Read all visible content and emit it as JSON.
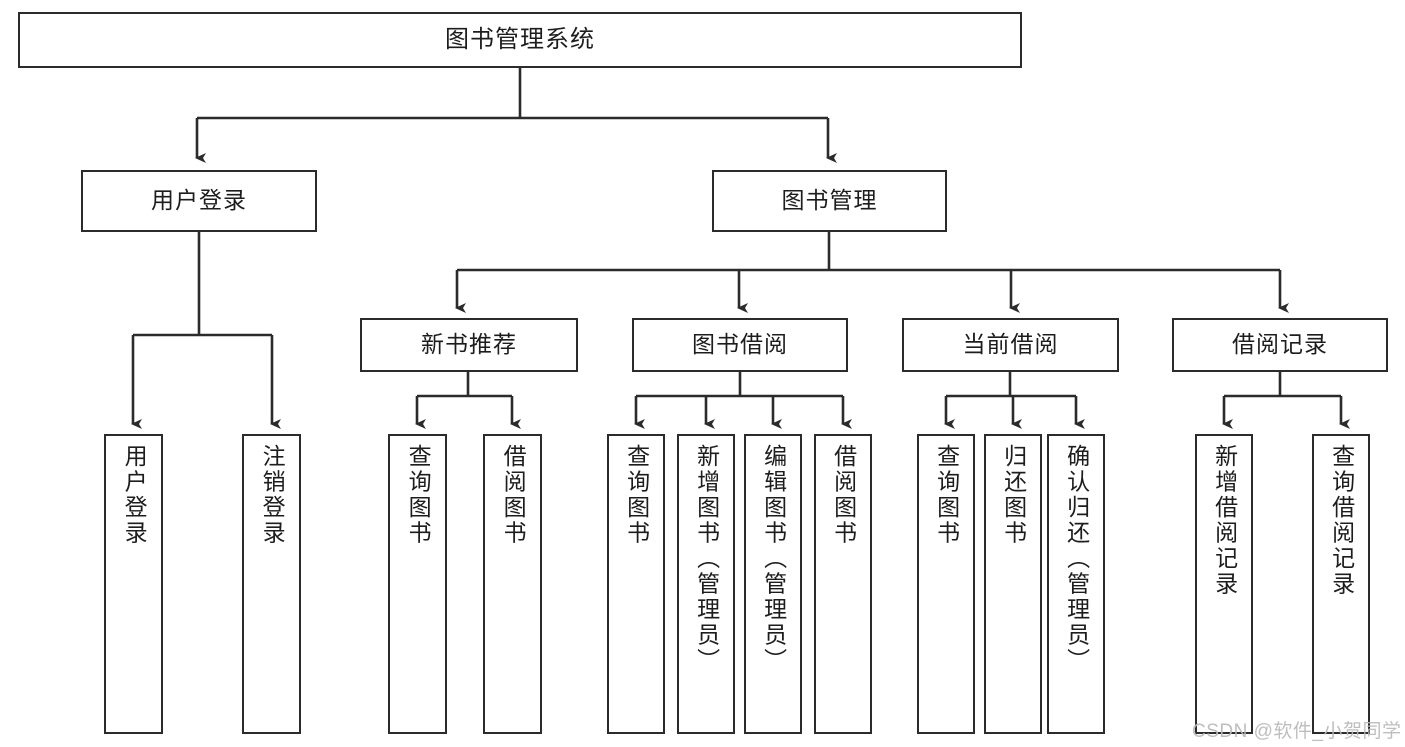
{
  "diagram": {
    "title": "图书管理系统",
    "type": "tree-hierarchy",
    "colors": {
      "box_border": "#2b2b2b",
      "connector": "#2b2b2b",
      "background": "#ffffff",
      "text": "#1d1d1d",
      "watermark": "#b9b9b9"
    },
    "root": {
      "label": "图书管理系统"
    },
    "level2": [
      {
        "label": "用户登录"
      },
      {
        "label": "图书管理"
      }
    ],
    "level3": [
      {
        "label": "新书推荐"
      },
      {
        "label": "图书借阅"
      },
      {
        "label": "当前借阅"
      },
      {
        "label": "借阅记录"
      }
    ],
    "leaves": [
      {
        "label": "用户登录"
      },
      {
        "label": "注销登录"
      },
      {
        "label": "查询图书"
      },
      {
        "label": "借阅图书"
      },
      {
        "label": "查询图书"
      },
      {
        "label": "新增图书（管理员）"
      },
      {
        "label": "编辑图书（管理员）"
      },
      {
        "label": "借阅图书"
      },
      {
        "label": "查询图书"
      },
      {
        "label": "归还图书"
      },
      {
        "label": "确认归还（管理员）"
      },
      {
        "label": "新增借阅记录"
      },
      {
        "label": "查询借阅记录"
      }
    ]
  },
  "watermark": {
    "text": "CSDN @软件_小贺同学"
  }
}
